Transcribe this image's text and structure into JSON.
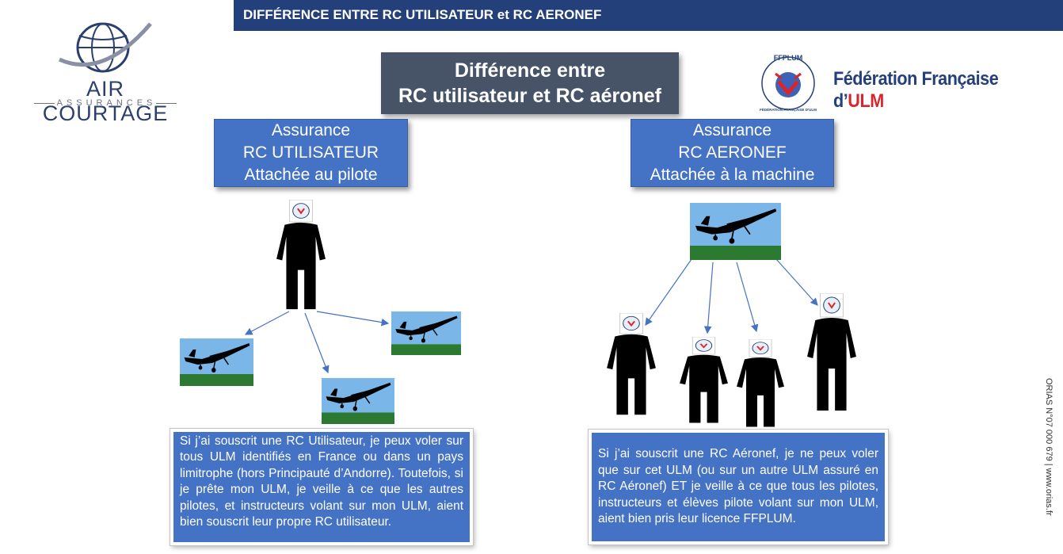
{
  "header": {
    "title": "DIFFÉRENCE ENTRE RC UTILISATEUR et RC AERONEF"
  },
  "logo": {
    "name": "AIR COURTAGE",
    "subtitle": "ASSURANCES",
    "brand_color": "#2b3f6d",
    "icon": "globe-swoosh-icon"
  },
  "federation": {
    "badge_text": "FFPLUM",
    "badge_ring_text": "FÉDÉRATION FRANÇAISE D'ULM",
    "name_prefix": "Fédération Française d’",
    "name_ulm": "ULM",
    "accent": "#d9262c"
  },
  "main_title": {
    "line1": "Différence entre",
    "line2": "RC utilisateur et RC aéronef"
  },
  "left": {
    "heading": {
      "line1": "Assurance",
      "line2": "RC UTILISATEUR",
      "line3": "Attachée au pilote"
    },
    "description": "Si j’ai souscrit une RC Utilisateur, je peux voler sur tous ULM identifiés en France ou dans un pays limitrophe (hors Principauté d’Andorre). Toutefois, si je prête mon ULM, je veille à ce que les autres pilotes, et instructeurs volant sur mon ULM, aient bien souscrit leur propre RC utilisateur."
  },
  "right": {
    "heading": {
      "line1": "Assurance",
      "line2": "RC AERONEF",
      "line3": "Attachée à la machine"
    },
    "description": "Si j’ai souscrit une RC Aéronef, je ne peux voler que sur cet ULM (ou sur un autre ULM assuré en RC Aéronef) ET je veille à ce que tous les pilotes, instructeurs et élèves pilote volant sur mon ULM, aient bien pris leur licence FFPLUM."
  },
  "footer": {
    "orias": "ORIAS N°07 000 679 | www.orias.fr"
  },
  "colors": {
    "header_bg": "#24407a",
    "box_blue": "#4472c4",
    "title_bg": "#475467",
    "sky": "#79b4e6",
    "grass": "#2e7d32"
  }
}
